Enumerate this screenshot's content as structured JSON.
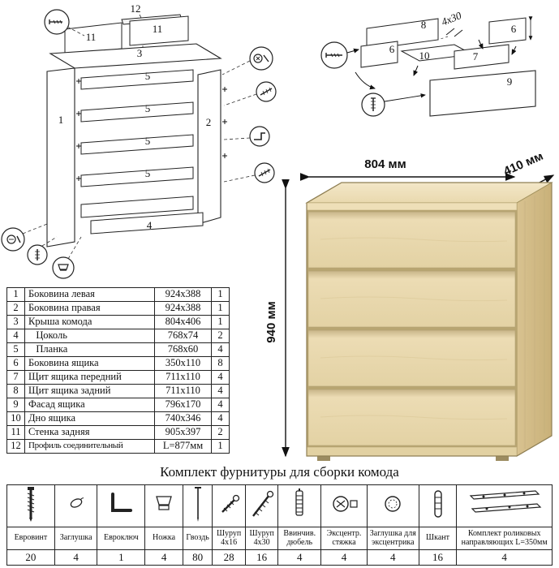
{
  "page": {
    "hardware_title": "Комплект фурнитуры для сборки комода"
  },
  "dimensions": {
    "width": "804 мм",
    "depth": "410 мм",
    "height": "940 мм"
  },
  "diagram_left": {
    "labels": {
      "p1": "1",
      "p2": "2",
      "p3": "3",
      "p4": "4",
      "p5": "5",
      "p11": "11",
      "p12": "12"
    }
  },
  "diagram_right": {
    "labels": {
      "p6": "6",
      "p7": "7",
      "p8": "8",
      "p9": "9",
      "p10": "10",
      "screw": "4x30"
    }
  },
  "parts_table": {
    "rows": [
      {
        "num": "1",
        "name": "Боковина левая",
        "size": "924x388",
        "qty": "1"
      },
      {
        "num": "2",
        "name": "Боковина правая",
        "size": "924x388",
        "qty": "1"
      },
      {
        "num": "3",
        "name": "Крыша комода",
        "size": "804x406",
        "qty": "1"
      },
      {
        "num": "4",
        "name": "   Цоколь",
        "size": "768x74",
        "qty": "2"
      },
      {
        "num": "5",
        "name": "   Планка",
        "size": "768x60",
        "qty": "4"
      },
      {
        "num": "6",
        "name": "Боковина ящика",
        "size": "350x110",
        "qty": "8"
      },
      {
        "num": "7",
        "name": "Щит ящика передний",
        "size": "711x110",
        "qty": "4"
      },
      {
        "num": "8",
        "name": "Щит ящика задний",
        "size": "711x110",
        "qty": "4"
      },
      {
        "num": "9",
        "name": "Фасад ящика",
        "size": "796x170",
        "qty": "4"
      },
      {
        "num": "10",
        "name": "Дно ящика",
        "size": "740x346",
        "qty": "4"
      },
      {
        "num": "11",
        "name": "Стенка задняя",
        "size": "905x397",
        "qty": "2"
      },
      {
        "num": "12",
        "name": "Профиль соединительный",
        "size": "L=877мм",
        "qty": "1"
      }
    ]
  },
  "hardware": {
    "items": [
      {
        "name": "Евровинт",
        "qty": "20",
        "icon": "confirmat-screw-icon"
      },
      {
        "name": "Заглушка",
        "qty": "4",
        "icon": "plug-cap-icon"
      },
      {
        "name": "Евроключ",
        "qty": "1",
        "icon": "hex-key-icon"
      },
      {
        "name": "Ножка",
        "qty": "4",
        "icon": "foot-icon"
      },
      {
        "name": "Гвоздь",
        "qty": "80",
        "icon": "nail-icon"
      },
      {
        "name": "Шуруп 4х16",
        "qty": "28",
        "icon": "screw-short-icon"
      },
      {
        "name": "Шуруп 4х30",
        "qty": "16",
        "icon": "screw-long-icon"
      },
      {
        "name": "Ввинчив. дюбель",
        "qty": "4",
        "icon": "threaded-dowel-icon"
      },
      {
        "name": "Эксцентр. стяжка",
        "qty": "4",
        "icon": "cam-lock-icon"
      },
      {
        "name": "Заглушка для эксцентрика",
        "qty": "4",
        "icon": "cam-cover-icon"
      },
      {
        "name": "Шкант",
        "qty": "16",
        "icon": "wood-dowel-icon"
      },
      {
        "name": "Комплект роликовых направляющих L=350мм",
        "qty": "4",
        "icon": "drawer-slides-icon"
      }
    ]
  }
}
